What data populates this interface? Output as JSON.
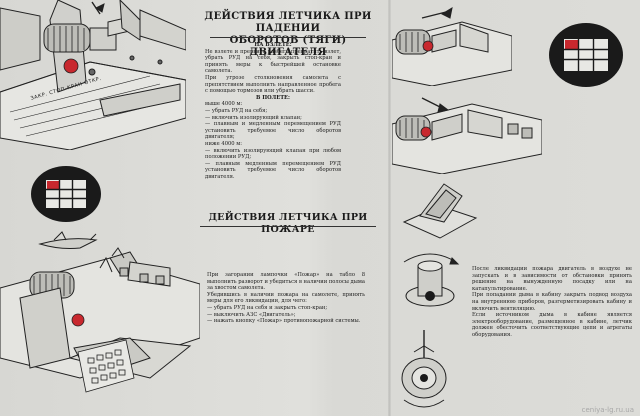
{
  "engine_failure": {
    "title_line1": "ДЕЙСТВИЯ ЛЕТЧИКА ПРИ ПАДЕНИИ",
    "title_line2": "ОБОРОТОВ (ТЯГИ) ДВИГАТЕЛЯ",
    "takeoff_heading": "НА ВЗЛЕТЕ:",
    "takeoff_text": "Не взлете и прервите разбега прекратить взлет, убрать РУД на себя, закрыть стоп-кран и принять меры к быстрейшей остановке самолета.",
    "takeoff_note": "При угрозе столкновения самолета с препятствием выполнить направленное пробега с помощью тормозов или убрать шасси.",
    "flight_heading": "В ПОЛЕТЕ:",
    "flight_above": "выше 4000 м:",
    "flight_items_above": [
      "— убрать РУД на себя;",
      "— включить изолирующий клапан;",
      "— плавным и медленным перемещением РУД установить требуемое число оборотов двигателя;"
    ],
    "flight_below": "ниже 4000 м:",
    "flight_items_below": [
      "— включить изолирующий клапан при любом положении РУД;",
      "— плавным медленным перемещением РУД установить требуемое число оборотов двигателя."
    ]
  },
  "fire": {
    "title": "ДЕЙСТВИЯ ЛЕТЧИКА ПРИ ПОЖАРЕ",
    "intro": "При загорании лампочки «Пожар» на табло 8 выполнить разворот и убедиться в наличии полосы дыма за хвостом самолета.",
    "confirm": "Убедившись в наличии пожара на самолете, принять меры для его ликвидации, для чего:",
    "steps": [
      "— убрать РУД на себя и закрыть стоп-кран;",
      "— выключить АЗС «Двигатель»;",
      "— нажать кнопку «Пожар» противопожарной системы."
    ],
    "after_1": "После ликвидации пожара двигатель в воздухе не запускать и в зависимости от обстановки принять решение на вынужденную посадку или на катапультирование.",
    "after_2": "При попадании дыма в кабину закрыть подвод воздуха на внутреннюю приборов, разгерметизировать кабину и включить вентиляцию.",
    "after_3": "Если источником дыма в кабине является электрооборудование, размещенное в кабине, летчик должен обесточить соответствующие цепи и агрегаты оборудования."
  },
  "panel_labels": {
    "throttle_plate": "ЗАКР. СТОП-КРАН ОТКР."
  },
  "watermark": "ceniya-lg.ru.ua",
  "colors": {
    "red": "#c8282e",
    "dark": "#1a1a1a",
    "paper": "#dcdcd8"
  }
}
